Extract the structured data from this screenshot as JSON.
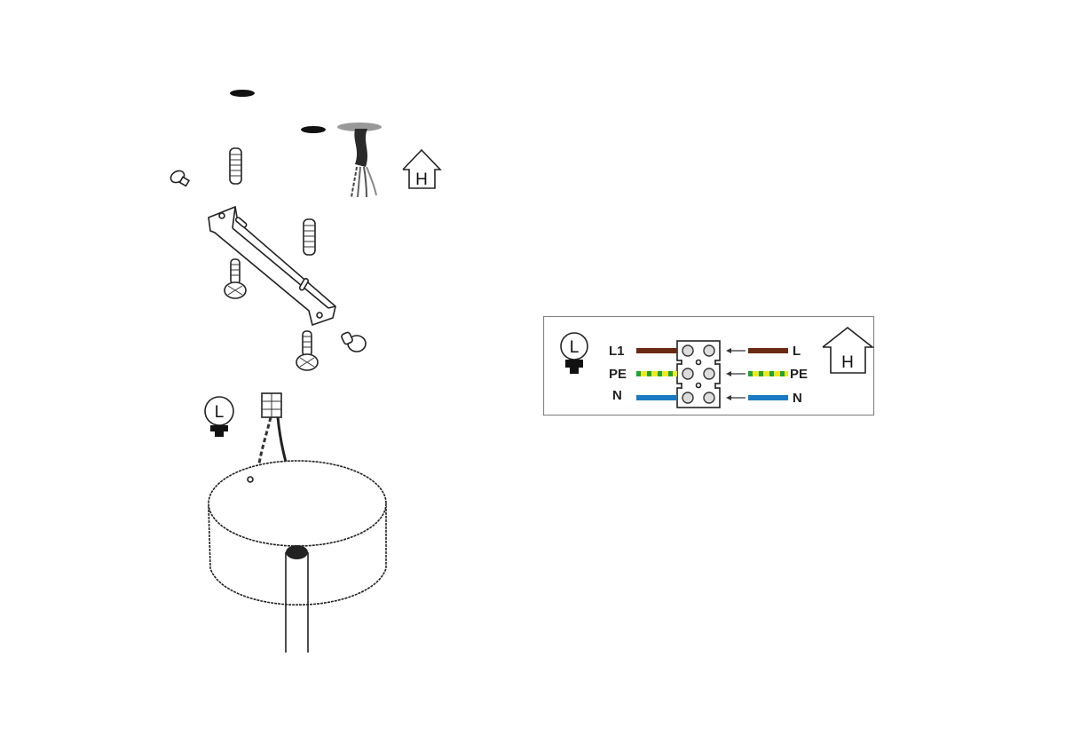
{
  "diagram": {
    "icons": {
      "house_letter": "H",
      "lamp_letter": "L"
    },
    "wiring": {
      "rows": [
        {
          "lamp_label": "L1",
          "mains_label": "L",
          "color": "#6b2a12",
          "type": "phase"
        },
        {
          "lamp_label": "PE",
          "mains_label": "PE",
          "color": "#f2e81e",
          "stripe": "#1fa33a",
          "type": "earth"
        },
        {
          "lamp_label": "N",
          "mains_label": "N",
          "color": "#1a7bc4",
          "type": "neutral"
        }
      ]
    }
  }
}
